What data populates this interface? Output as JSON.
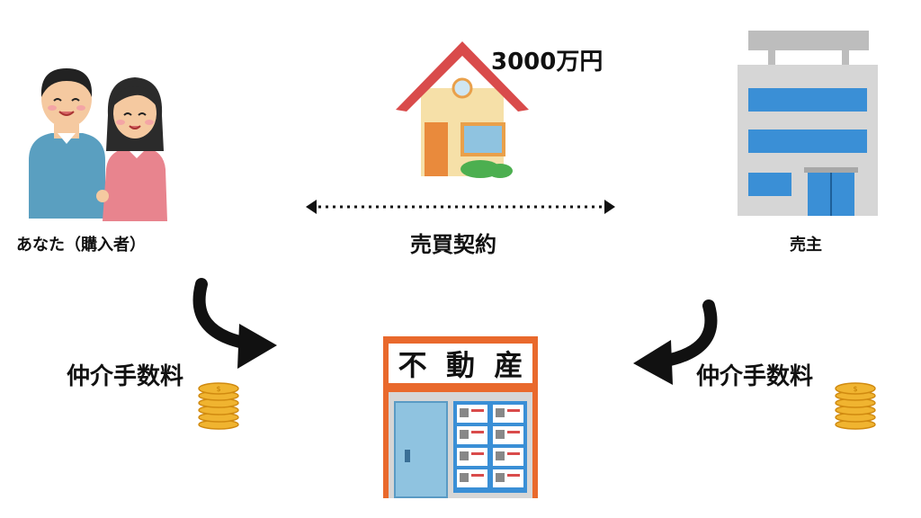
{
  "buyer": {
    "label": "あなた（購入者）"
  },
  "seller": {
    "label": "売主"
  },
  "property": {
    "price": "3000万円"
  },
  "contract": {
    "label": "売買契約"
  },
  "agency": {
    "sign": [
      "不",
      "動",
      "産"
    ]
  },
  "fees": {
    "left_label": "仲介手数料",
    "right_label": "仲介手数料"
  },
  "colors": {
    "roof": "#d94b4b",
    "house_wall": "#f6e0a8",
    "door": "#e98a3c",
    "building": "#d6d6d6",
    "window_blue": "#3a8fd6",
    "agency_orange": "#e9692c",
    "coin": "#f0b430",
    "arrow": "#111111"
  }
}
